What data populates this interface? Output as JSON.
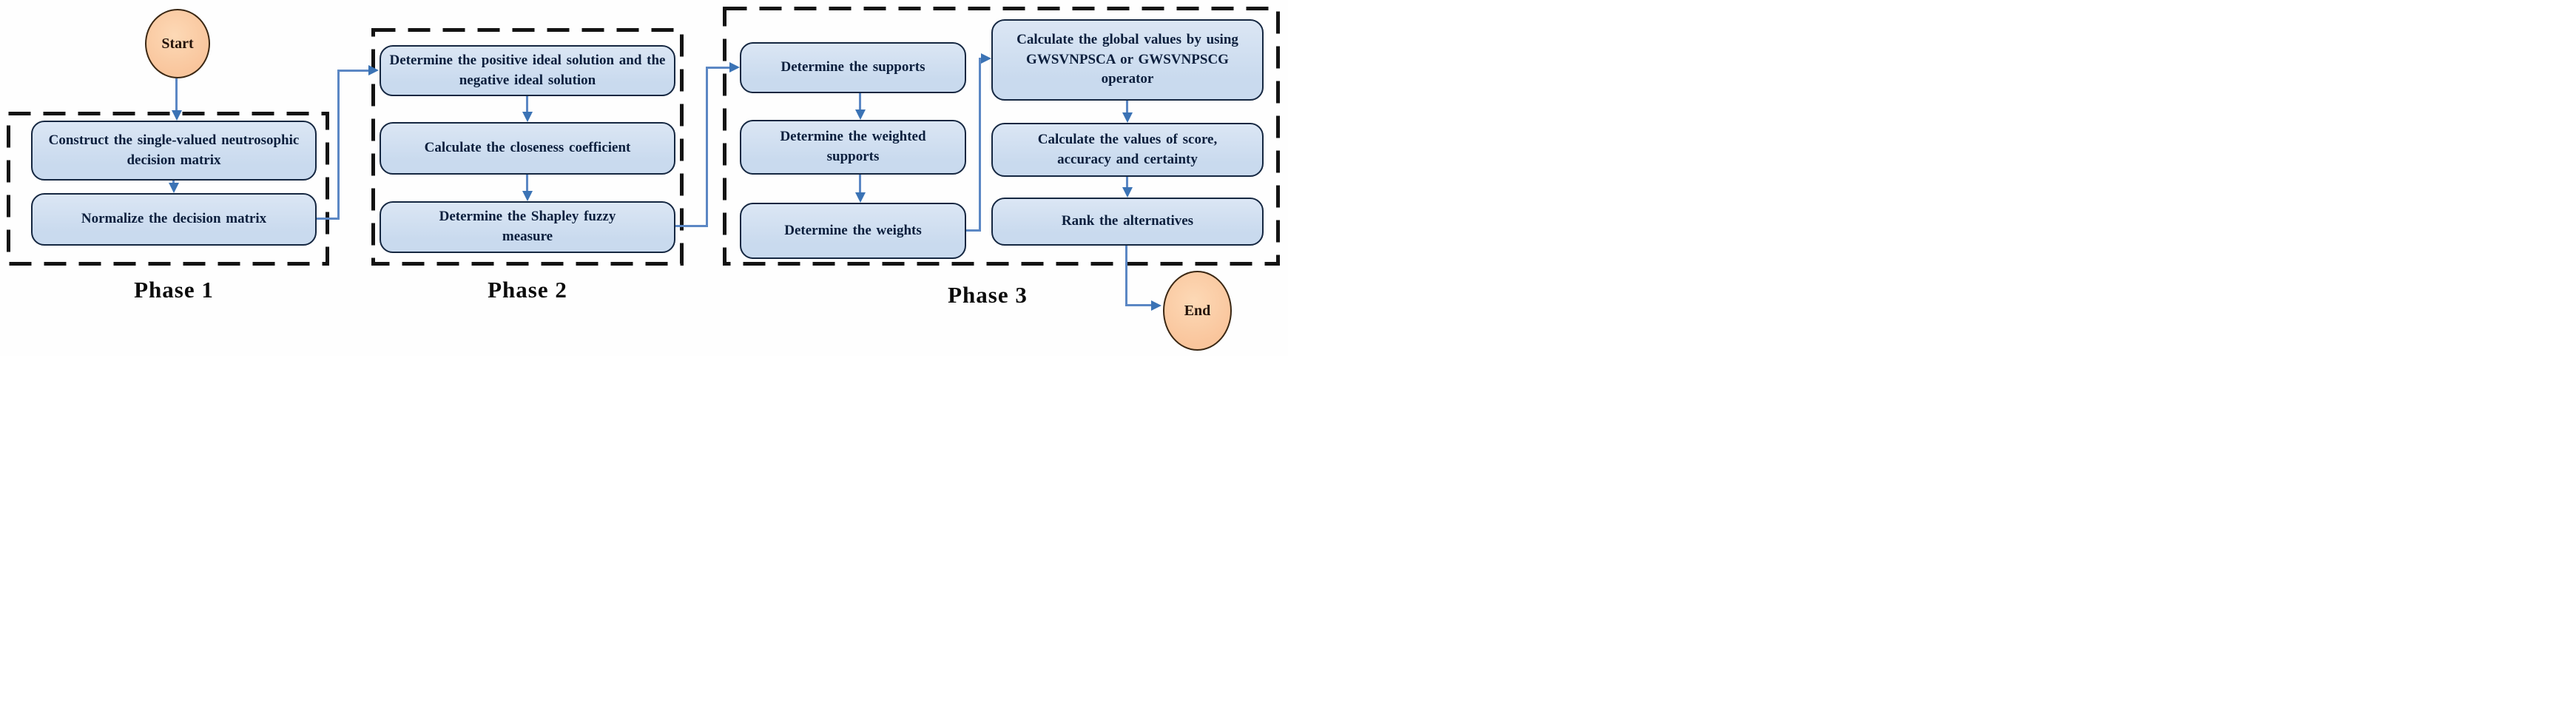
{
  "flowchart": {
    "start_label": "Start",
    "end_label": "End",
    "phases": [
      {
        "label": "Phase 1",
        "steps": [
          "Construct the single-valued neutrosophic decision matrix",
          "Normalize the decision matrix"
        ]
      },
      {
        "label": "Phase 2",
        "steps": [
          "Determine the positive ideal solution and the negative ideal solution",
          "Calculate the closeness coefficient",
          "Determine the Shapley fuzzy measure"
        ]
      },
      {
        "label": "Phase 3",
        "steps": [
          "Determine the supports",
          "Determine the weighted supports",
          "Determine the weights",
          "Calculate the global values by using GWSVNPSCA or GWSVNPSCG operator",
          "Calculate the values of score, accuracy and certainty",
          "Rank the alternatives"
        ]
      }
    ],
    "colors": {
      "node-fill": "#c9daee",
      "node-fill-top": "#dbe6f4",
      "node-border": "#152741",
      "node-text": "#0c1f3d",
      "terminal-fill": "#f9c59c",
      "terminal-border": "#3a2713",
      "terminal-text": "#24130a",
      "arrow": "#5b87c4",
      "arrow-head": "#3b73b5",
      "phase-border": "#131313",
      "phase-text": "#0b0b0b"
    }
  }
}
